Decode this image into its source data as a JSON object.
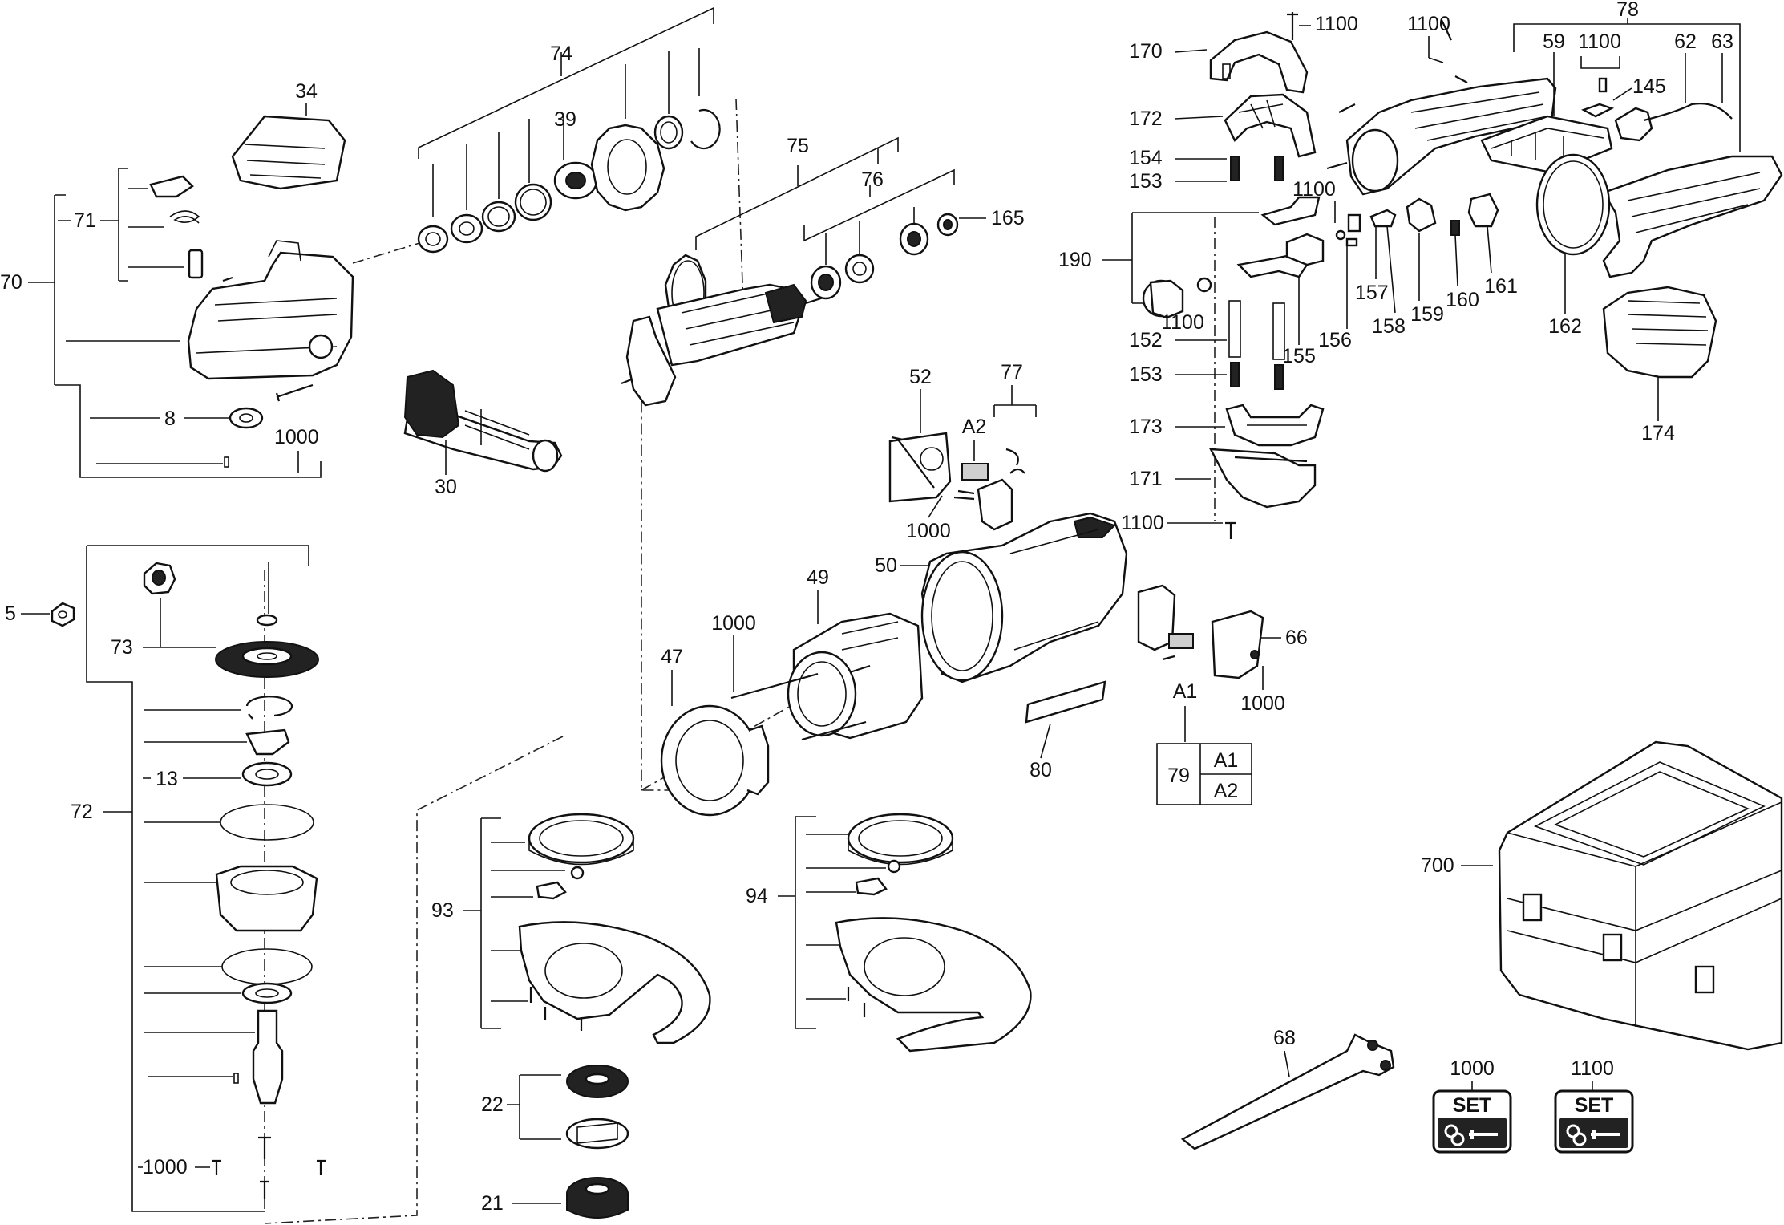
{
  "labels": {
    "l34": "34",
    "l71": "71",
    "l70": "70",
    "l8": "8",
    "l1000a": "1000",
    "l30": "30",
    "l74": "74",
    "l39": "39",
    "l75": "75",
    "l76": "76",
    "l165": "165",
    "l170": "170",
    "l1100a": "1100",
    "l1100b": "1100",
    "l78": "78",
    "l59": "59",
    "l1100c": "1100",
    "l62": "62",
    "l63": "63",
    "l145": "145",
    "l172": "172",
    "l154": "154",
    "l153a": "153",
    "l1100d": "1100",
    "l190": "190",
    "l157": "157",
    "l1100e": "1100",
    "l155": "155",
    "l156": "156",
    "l158": "158",
    "l159": "159",
    "l160": "160",
    "l161": "161",
    "l162": "162",
    "l152": "152",
    "l153b": "153",
    "l174": "174",
    "l173": "173",
    "l171": "171",
    "l1100f": "1100",
    "l52": "52",
    "l77": "77",
    "l1000b": "1000",
    "l50": "50",
    "l49": "49",
    "l1000c": "1000",
    "l47": "47",
    "l66": "66",
    "l1000d": "1000",
    "l80": "80",
    "l79": "79",
    "lA1": "A1",
    "lA1b": "A1",
    "lA2": "A2",
    "lA2b": "A2",
    "l5": "5",
    "l73": "73",
    "l13": "13",
    "l72": "72",
    "l1000e": "1000",
    "l93": "93",
    "l94": "94",
    "l22": "22",
    "l21": "21",
    "l700": "700",
    "l68": "68",
    "l1000f": "1000",
    "l1100g": "1100"
  },
  "sets": {
    "set1000": "SET",
    "set1100": "SET"
  }
}
